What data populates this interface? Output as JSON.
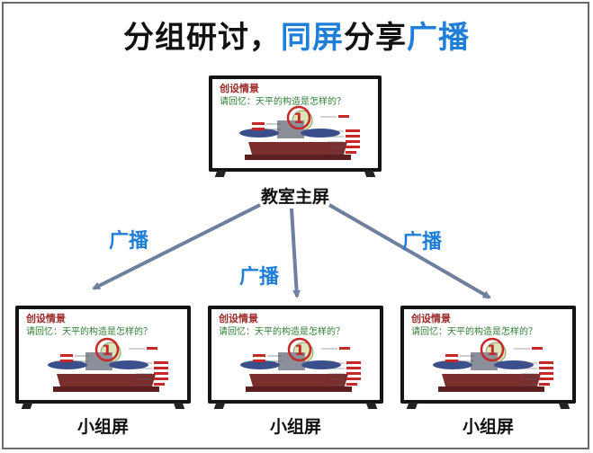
{
  "title": {
    "part1": "分组研讨，",
    "part2": "同屏",
    "part3": "分享",
    "part4": "广播"
  },
  "slide": {
    "heading": "创设情景",
    "question": "请回忆：天平的构造是怎样的？",
    "badge": "1"
  },
  "main_label": "教室主屏",
  "group_labels": [
    "小组屏",
    "小组屏",
    "小组屏"
  ],
  "broadcast_labels": [
    "广播",
    "广播",
    "广播"
  ],
  "colors": {
    "accent": "#1f7fd8",
    "arrow": "#6f7f9e",
    "slide_heading": "#9b2b2b",
    "slide_question": "#2e7d32"
  }
}
